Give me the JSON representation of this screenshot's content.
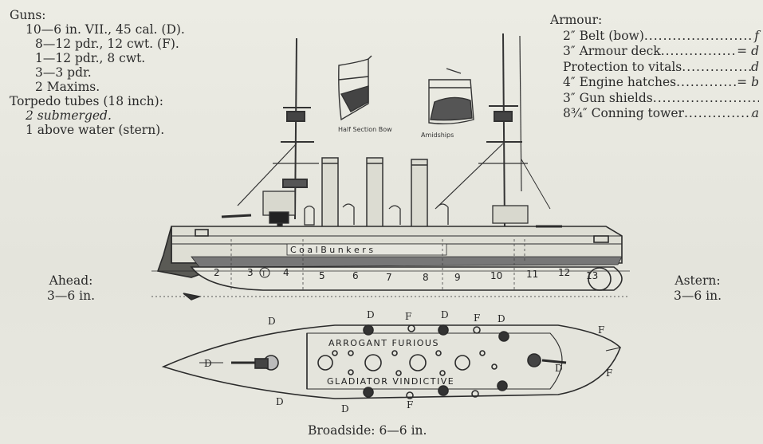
{
  "guns": {
    "heading": "Guns:",
    "items": [
      "10—6 in. VII., 45 cal. (D).",
      "8—12 pdr., 12 cwt. (F).",
      "1—12 pdr., 8 cwt.",
      "3—3 pdr.",
      "2 Maxims."
    ]
  },
  "torpedo": {
    "heading": "Torpedo tubes (18 inch):",
    "items": [
      "2 submerged.",
      "1 above water (stern)."
    ]
  },
  "armour": {
    "heading": "Armour:",
    "items": [
      {
        "label": "2″ Belt (bow)",
        "sym": "f"
      },
      {
        "label": "3″ Armour deck",
        "sym": "= d"
      },
      {
        "label": "Protection to vitals",
        "sym": "d"
      },
      {
        "label": "4″ Engine hatches",
        "sym": "= b"
      },
      {
        "label": "3″ Gun shields",
        "sym": ""
      },
      {
        "label": "8¾″ Conning tower",
        "sym": "a"
      }
    ]
  },
  "ahead": {
    "title": "Ahead:",
    "value": "3—6 in."
  },
  "astern": {
    "title": "Astern:",
    "value": "3—6 in."
  },
  "broadside": "Broadside: 6—6 in.",
  "sections": {
    "bow": "Half Section Bow",
    "amidships": "Amidships"
  },
  "profile": {
    "bunker_label": "C o a l   B u n k e r s",
    "compartments": [
      "2",
      "3",
      "T",
      "4",
      "5",
      "6",
      "7",
      "8",
      "9",
      "10",
      "11",
      "12",
      "13"
    ]
  },
  "plan": {
    "ship_names_top": "ARROGANT  FURIOUS",
    "ship_names_bottom": "GLADIATOR  VINDICTIVE",
    "markers": [
      "D",
      "D",
      "D",
      "D",
      "D",
      "D",
      "D",
      "D",
      "F",
      "F",
      "F",
      "F",
      "F"
    ]
  }
}
